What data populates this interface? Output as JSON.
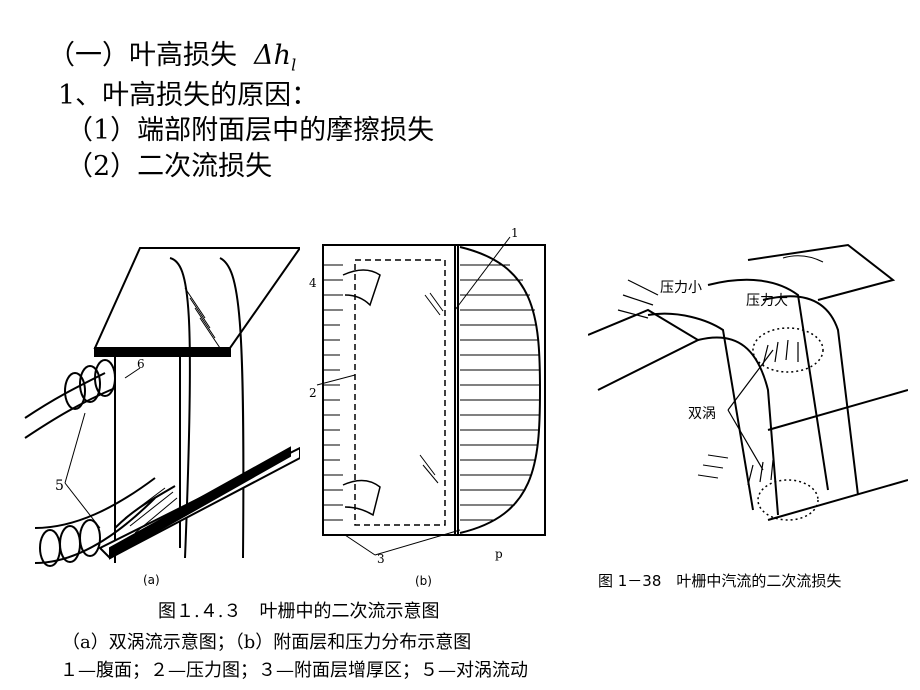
{
  "heading": {
    "line1_prefix": "（一）叶高损失",
    "line1_symbol": "Δh",
    "line1_sub": "l",
    "line2": "1、叶高损失的原因：",
    "line3": "（1）端部附面层中的摩擦损失",
    "line4": "（2）二次流损失"
  },
  "figure_a": {
    "label": "(a)",
    "callout_5": "5",
    "callout_6": "6"
  },
  "figure_b": {
    "label": "(b)",
    "callout_1": "1",
    "callout_2": "2",
    "callout_3": "3",
    "callout_4": "4",
    "callout_p": "p"
  },
  "figure_c": {
    "label_small": "压力小",
    "label_large": "压力大",
    "label_vortex": "双涡",
    "caption": "图 1－38　叶栅中汽流的二次流损失"
  },
  "captions": {
    "fig_title": "图１.４.３　叶栅中的二次流示意图",
    "fig_sub": "（a）双涡流示意图；（b）附面层和压力分布示意图",
    "fig_legend": "１—腹面；２—压力图；３—附面层增厚区；５—对涡流动"
  }
}
